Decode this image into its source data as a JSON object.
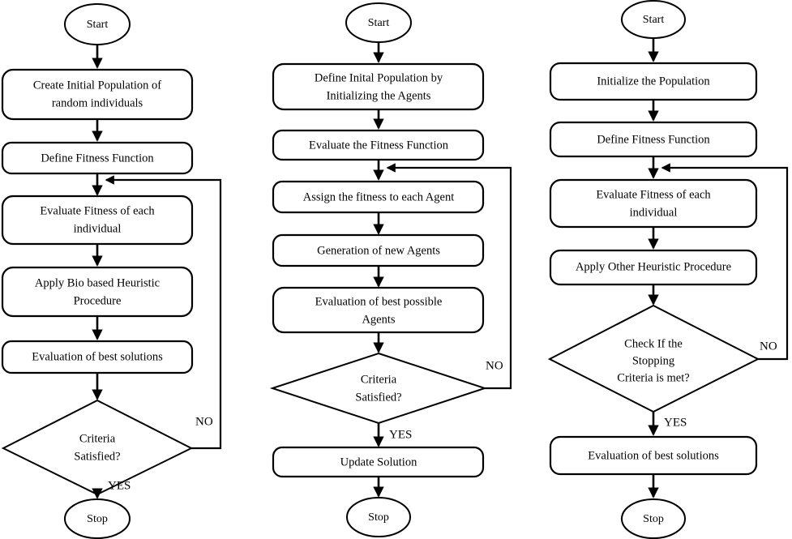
{
  "diagram": {
    "title": "Comparison of three metaheuristic algorithm flowcharts",
    "type": "flowchart",
    "background_color": "#ffffff",
    "line_color": "#000000",
    "columns": [
      {
        "id": "column-1",
        "name": "bio-inspired-heuristic-flowchart",
        "nodes": [
          {
            "id": "c1-start",
            "shape": "terminator",
            "label": "Start"
          },
          {
            "id": "c1-n1",
            "shape": "process",
            "label": "Create Initial Population of random individuals"
          },
          {
            "id": "c1-n2",
            "shape": "process",
            "label": "Define Fitness Function"
          },
          {
            "id": "c1-n3",
            "shape": "process",
            "label": "Evaluate Fitness of each individual"
          },
          {
            "id": "c1-n4",
            "shape": "process",
            "label": "Apply Bio based Heuristic Procedure"
          },
          {
            "id": "c1-n5",
            "shape": "process",
            "label": "Evaluation of best solutions"
          },
          {
            "id": "c1-d1",
            "shape": "decision",
            "label": "Criteria Satisfied?"
          },
          {
            "id": "c1-stop",
            "shape": "terminator",
            "label": "Stop"
          }
        ],
        "edge_labels": {
          "no": "NO",
          "yes": "YES"
        }
      },
      {
        "id": "column-2",
        "name": "agent-based-flowchart",
        "nodes": [
          {
            "id": "c2-start",
            "shape": "terminator",
            "label": "Start"
          },
          {
            "id": "c2-n1",
            "shape": "process",
            "label": "Define Inital Population by Initializing the Agents"
          },
          {
            "id": "c2-n2",
            "shape": "process",
            "label": "Evaluate the Fitness Function"
          },
          {
            "id": "c2-n3",
            "shape": "process",
            "label": "Assign the fitness to each Agent"
          },
          {
            "id": "c2-n4",
            "shape": "process",
            "label": "Generation of new Agents"
          },
          {
            "id": "c2-n5",
            "shape": "process",
            "label": "Evaluation of best possible Agents"
          },
          {
            "id": "c2-d1",
            "shape": "decision",
            "label": "Criteria Satisfied?"
          },
          {
            "id": "c2-n6",
            "shape": "process",
            "label": "Update Solution"
          },
          {
            "id": "c2-stop",
            "shape": "terminator",
            "label": "Stop"
          }
        ],
        "edge_labels": {
          "no": "NO",
          "yes": "YES"
        }
      },
      {
        "id": "column-3",
        "name": "other-heuristic-flowchart",
        "nodes": [
          {
            "id": "c3-start",
            "shape": "terminator",
            "label": "Start"
          },
          {
            "id": "c3-n1",
            "shape": "process",
            "label": "Initialize the Population"
          },
          {
            "id": "c3-n2",
            "shape": "process",
            "label": "Define Fitness Function"
          },
          {
            "id": "c3-n3",
            "shape": "process",
            "label": "Evaluate Fitness of each individual"
          },
          {
            "id": "c3-n4",
            "shape": "process",
            "label": "Apply Other Heuristic Procedure"
          },
          {
            "id": "c3-d1",
            "shape": "decision",
            "label": "Check If the Stopping Criteria is met?"
          },
          {
            "id": "c3-n5",
            "shape": "process",
            "label": "Evaluation of best solutions"
          },
          {
            "id": "c3-stop",
            "shape": "terminator",
            "label": "Stop"
          }
        ],
        "edge_labels": {
          "no": "NO",
          "yes": "YES"
        }
      }
    ]
  },
  "labels": {
    "c1": {
      "start": "Start",
      "n1_line1": "Create Initial Population of",
      "n1_line2": "random individuals",
      "n2": "Define Fitness Function",
      "n3_line1": "Evaluate Fitness of each",
      "n3_line2": "individual",
      "n4_line1": "Apply Bio based Heuristic",
      "n4_line2": "Procedure",
      "n5": "Evaluation of best solutions",
      "d1_line1": "Criteria",
      "d1_line2": "Satisfied?",
      "no": "NO",
      "yes": "YES",
      "stop": "Stop"
    },
    "c2": {
      "start": "Start",
      "n1_line1": "Define Inital Population by",
      "n1_line2": "Initializing the Agents",
      "n2": "Evaluate the Fitness Function",
      "n3": "Assign the fitness to each Agent",
      "n4": "Generation of new Agents",
      "n5_line1": "Evaluation of best possible",
      "n5_line2": "Agents",
      "d1_line1": "Criteria",
      "d1_line2": "Satisfied?",
      "no": "NO",
      "yes": "YES",
      "n6": "Update Solution",
      "stop": "Stop"
    },
    "c3": {
      "start": "Start",
      "n1": "Initialize the Population",
      "n2": "Define Fitness Function",
      "n3_line1": "Evaluate Fitness of each",
      "n3_line2": "individual",
      "n4": "Apply Other Heuristic Procedure",
      "d1_line1": "Check If the",
      "d1_line2": "Stopping",
      "d1_line3": "Criteria is met?",
      "no": "NO",
      "yes": "YES",
      "n5": "Evaluation of best solutions",
      "stop": "Stop"
    }
  }
}
